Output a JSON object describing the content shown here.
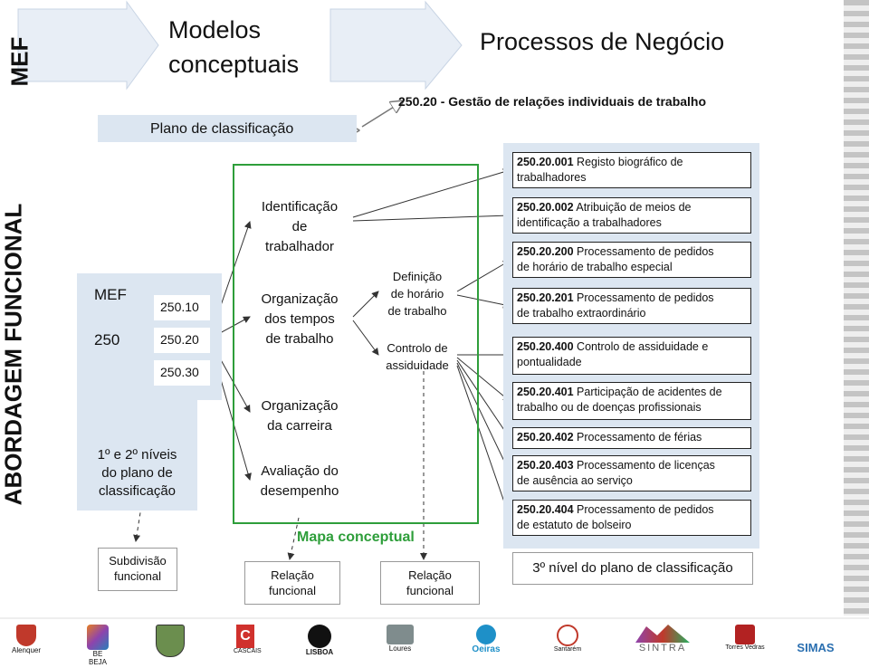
{
  "header": {
    "mef_vertical": "MEF",
    "modelos_line1": "Modelos",
    "modelos_line2": "conceptuais",
    "processos_title": "Processos de Negócio",
    "subtitle": "250.20 - Gestão de relações individuais de trabalho",
    "plano_label": "Plano de classificação"
  },
  "side": {
    "vertical_title": "ABORDAGEM FUNCIONAL"
  },
  "left_panel": {
    "mef_label": "MEF",
    "code_250": "250",
    "codes": [
      "250.10",
      "250.20",
      "250.30"
    ],
    "levels_line1": "1º e 2º níveis",
    "levels_line2": "do plano de",
    "levels_line3": "classificação",
    "subdivisao_line1": "Subdivisão",
    "subdivisao_line2": "funcional"
  },
  "conceptual": {
    "col1": [
      {
        "lines": [
          "Identificação",
          "de",
          "trabalhador"
        ]
      },
      {
        "lines": [
          "Organização",
          "dos tempos",
          "de trabalho"
        ]
      },
      {
        "lines": [
          "Organização",
          "da carreira"
        ]
      },
      {
        "lines": [
          "Avaliação do",
          "desempenho"
        ]
      }
    ],
    "col2": [
      {
        "lines": [
          "Definição",
          "de horário",
          "de trabalho"
        ]
      },
      {
        "lines": [
          "Controlo de",
          "assiduidade"
        ]
      }
    ],
    "mapa_label": "Mapa conceptual",
    "relacao1": [
      "Relação",
      "funcional"
    ],
    "relacao2": [
      "Relação",
      "funcional"
    ]
  },
  "processes": [
    {
      "code": "250.20.001",
      "text": "Registo biográfico de",
      "text2": "trabalhadores"
    },
    {
      "code": "250.20.002",
      "text": "Atribuição de meios de",
      "text2": "identificação a trabalhadores"
    },
    {
      "code": "250.20.200",
      "text": "Processamento de pedidos",
      "text2": "de horário de trabalho especial"
    },
    {
      "code": "250.20.201",
      "text": "Processamento de pedidos",
      "text2": "de trabalho extraordinário"
    },
    {
      "code": "250.20.400",
      "text": "Controlo de assiduidade e",
      "text2": "pontualidade"
    },
    {
      "code": "250.20.401",
      "text": "Participação de acidentes de",
      "text2": "trabalho ou de doenças profissionais"
    },
    {
      "code": "250.20.402",
      "text": "Processamento de férias",
      "text2": ""
    },
    {
      "code": "250.20.403",
      "text": "Processamento de licenças",
      "text2": "de ausência ao serviço"
    },
    {
      "code": "250.20.404",
      "text": "Processamento de pedidos",
      "text2": "de estatuto de bolseiro"
    }
  ],
  "nivel_label": "3º nível do plano de classificação",
  "logos": [
    "Alenquer",
    "BE BEJA",
    "CASCAIS",
    "LISBOA",
    "Loures",
    "Oeiras",
    "Santarém",
    "SINTRA",
    "Torres Vedras",
    "SIMAS"
  ],
  "colors": {
    "panel_blue": "#dce6f1",
    "border_green": "#2e9e3a",
    "arrow_gray": "#888888"
  }
}
